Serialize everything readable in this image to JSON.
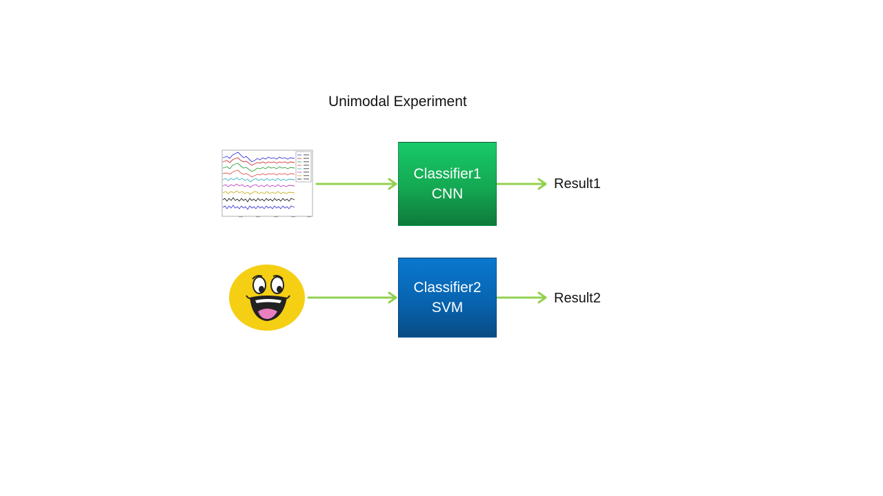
{
  "diagram": {
    "title": "Unimodal Experiment",
    "rows": [
      {
        "input_icon": "eeg-signal-plot-icon",
        "classifier_line1": "Classifier1",
        "classifier_line2": "CNN",
        "result": "Result1",
        "color": "#14a852"
      },
      {
        "input_icon": "smiley-face-icon",
        "classifier_line1": "Classifier2",
        "classifier_line2": "SVM",
        "result": "Result2",
        "color": "#0864b0"
      }
    ],
    "arrow_color": "#92d050"
  }
}
